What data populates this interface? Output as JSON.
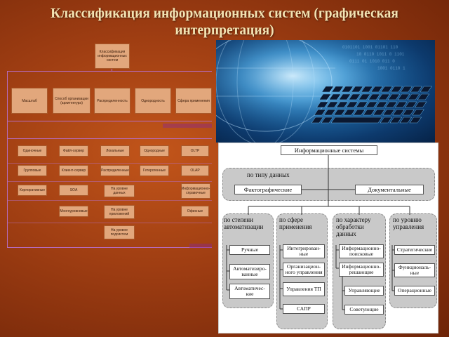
{
  "title": "Классификация информационных систем (графическая интерпретация)",
  "left_diagram": {
    "root": "Классификация информационных систем",
    "level1": [
      "Масштаб",
      "Способ организации (архитектура)",
      "Распределенность",
      "Однородность",
      "Сфера применения"
    ],
    "col1": [
      "Одиночные",
      "Групповые",
      "Корпоративные"
    ],
    "col2": [
      "Файл-сервер",
      "Клиент-сервер",
      "SOA",
      "Многоуровневые"
    ],
    "col3": [
      "Локальные",
      "Распределенные",
      "На уровне данных",
      "На уровне приложений",
      "На уровне подсистем"
    ],
    "col4": [
      "Однородные",
      "Гетерогенные"
    ],
    "col5": [
      "OLTP",
      "OLAP",
      "Информационно-справочные",
      "Офисные"
    ]
  },
  "right_diagram": {
    "root": "Информационные системы",
    "data_type": {
      "label": "по типу данных",
      "items": [
        "Фактографические",
        "Документальные"
      ]
    },
    "groups": [
      {
        "label": "по степени автоматизации",
        "items": [
          "Ручные",
          "Автоматизиро-ванные",
          "Автоматичес-кие"
        ]
      },
      {
        "label": "по сфере применения",
        "items": [
          "Интегрирован-ные",
          "Организацион-ного управления",
          "Управления ТП",
          "САПР"
        ]
      },
      {
        "label": "по характеру обработки данных",
        "items": [
          "Информационно-поисковые",
          "Информационно-решающие",
          "Управляющие",
          "Советующие"
        ]
      },
      {
        "label": "по уровню управления",
        "items": [
          "Стратегические",
          "Функциональ-ные",
          "Операционные"
        ]
      }
    ]
  }
}
